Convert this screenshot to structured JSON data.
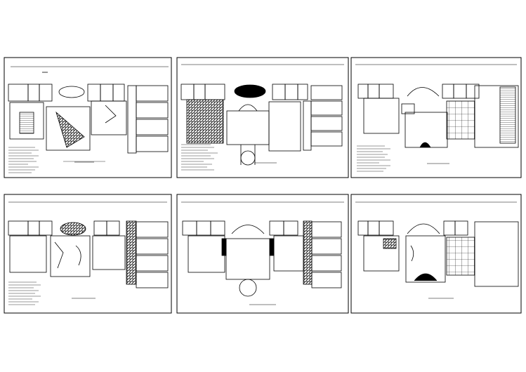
{
  "drawing": {
    "background": "#ffffff",
    "line_color": "#000000",
    "sheets": [
      {
        "id": "sheet-1",
        "floor": "ground",
        "title": "",
        "scale": ""
      },
      {
        "id": "sheet-2",
        "floor": "second",
        "title": "",
        "scale": ""
      },
      {
        "id": "sheet-3",
        "floor": "third",
        "title": "",
        "scale": ""
      },
      {
        "id": "sheet-4",
        "floor": "ground-variant",
        "title": "",
        "scale": ""
      },
      {
        "id": "sheet-5",
        "floor": "second-variant",
        "title": "",
        "scale": ""
      },
      {
        "id": "sheet-6",
        "floor": "third-variant",
        "title": "",
        "scale": ""
      }
    ]
  }
}
